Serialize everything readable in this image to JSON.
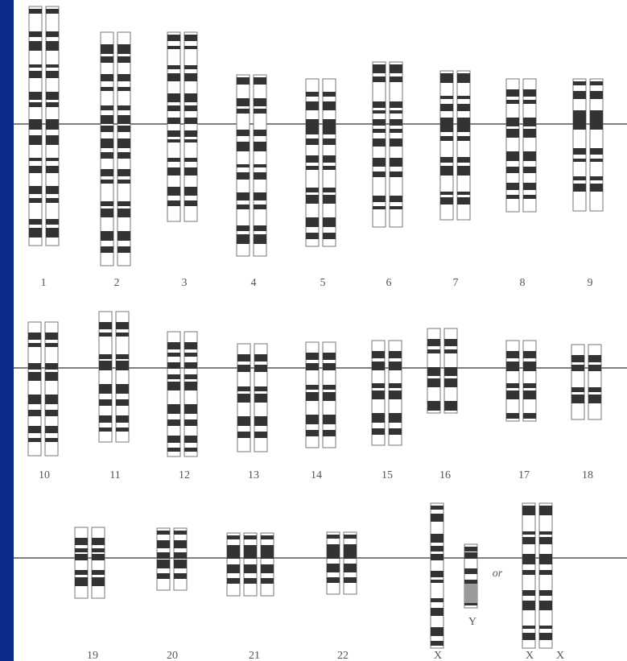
{
  "diagram": {
    "colors": {
      "background": "#0a2a8c",
      "panel": "#ffffff",
      "band_dark": "#333333",
      "band_grey": "#9a9a9a",
      "outline": "#777777",
      "line": "#555555",
      "label": "#555555"
    },
    "labels": {
      "c1": "1",
      "c2": "2",
      "c3": "3",
      "c4": "4",
      "c5": "5",
      "c6": "6",
      "c7": "7",
      "c8": "8",
      "c9": "9",
      "c10": "10",
      "c11": "11",
      "c12": "12",
      "c13": "13",
      "c14": "14",
      "c15": "15",
      "c16": "16",
      "c17": "17",
      "c18": "18",
      "c19": "19",
      "c20": "20",
      "c21": "21",
      "c22": "22",
      "x": "X",
      "y": "Y",
      "or": "or",
      "xx1": "X",
      "xx2": "X"
    }
  }
}
